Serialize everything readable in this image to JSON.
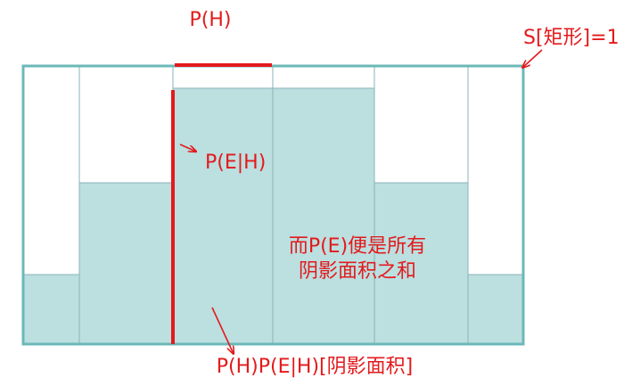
{
  "labels": {
    "p_h": "P(H)",
    "s_rect": "S[矩形]=1",
    "p_e_given_h": "P(E|H)",
    "p_e_line1": "而P(E)便是所有",
    "p_e_line2": "阴影面积之和",
    "bottom": "P(H)P(E|H)[阴影面积]"
  },
  "colors": {
    "accent": "#e31a1c",
    "frame": "#6cb8b8",
    "shade": "#bcdfe0",
    "divider": "#8ab3b8"
  },
  "columns": [
    {
      "shade_level": 0.25
    },
    {
      "shade_level": 0.58
    },
    {
      "shade_level": 0.92
    },
    {
      "shade_level": 0.92
    },
    {
      "shade_level": 0.58
    },
    {
      "shade_level": 0.25
    }
  ]
}
